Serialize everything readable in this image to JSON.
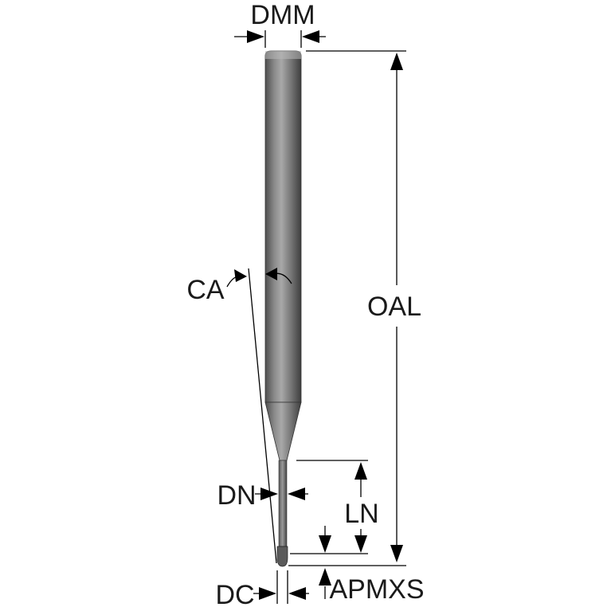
{
  "diagram": {
    "labels": {
      "dmm": "DMM",
      "oal": "OAL",
      "ca": "CA",
      "dn": "DN",
      "ln": "LN",
      "dc": "DC",
      "apmxs": "APMXS"
    },
    "colors": {
      "tool_dark": "#4a4a4a",
      "tool_mid": "#8c8c8c",
      "tool_light": "#b5b5b5",
      "dimension": "#000000"
    }
  }
}
